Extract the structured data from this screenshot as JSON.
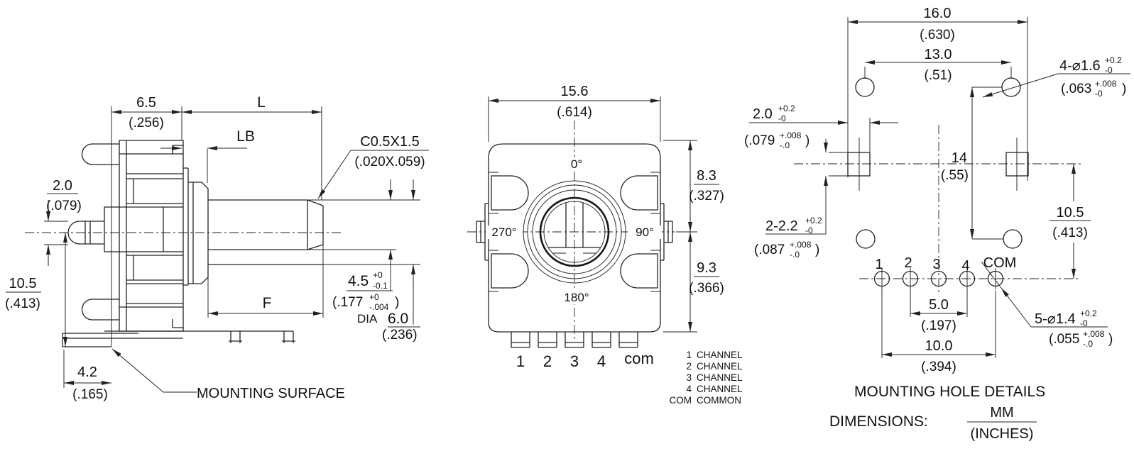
{
  "drawing": {
    "side_view": {
      "dim_6_5_mm": "6.5",
      "dim_6_5_in": "(.256)",
      "dim_shaft_length": "L",
      "dim_bushing_length": "LB",
      "chamfer_mm": "C0.5X1.5",
      "chamfer_in": "(.020X.059)",
      "dim_2_0_mm": "2.0",
      "dim_2_0_in": "(.079)",
      "dim_10_5_mm": "10.5",
      "dim_10_5_in": "(.413)",
      "dim_4_2_mm": "4.2",
      "dim_4_2_in": "(.165)",
      "dim_flat_length": "F",
      "dim_4_5_mm": "4.5",
      "dim_4_5_tol_up": "+0",
      "dim_4_5_tol_dn": "-0.1",
      "dim_4_5_in": "(.177",
      "dim_4_5_in_tol_up": "+0",
      "dim_4_5_in_tol_dn": "-.004",
      "dim_4_5_in_close": ")",
      "dia_label": "DIA",
      "dia_mm": "6.0",
      "dia_in": "(.236)",
      "mounting_surface_label": "MOUNTING SURFACE"
    },
    "front_view": {
      "dim_15_6_mm": "15.6",
      "dim_15_6_in": "(.614)",
      "dim_8_3_mm": "8.3",
      "dim_8_3_in": "(.327)",
      "dim_9_3_mm": "9.3",
      "dim_9_3_in": "(.366)",
      "angle_top": "0°",
      "angle_right": "90°",
      "angle_bottom": "180°",
      "angle_left": "270°",
      "pin_labels": [
        "1",
        "2",
        "3",
        "4",
        "com"
      ],
      "legend": [
        {
          "pin": "1",
          "desc": "CHANNEL"
        },
        {
          "pin": "2",
          "desc": "CHANNEL"
        },
        {
          "pin": "3",
          "desc": "CHANNEL"
        },
        {
          "pin": "4",
          "desc": "CHANNEL"
        },
        {
          "pin": "COM",
          "desc": "COMMON"
        }
      ]
    },
    "mounting_view": {
      "dim_16_0_mm": "16.0",
      "dim_16_0_in": "(.630)",
      "dim_13_0_mm": "13.0",
      "dim_13_0_in": "(.51)",
      "corner_holes_mm": "4-⌀1.6",
      "corner_holes_tol_up": "+0.2",
      "corner_holes_tol_dn": "-0",
      "corner_holes_in": "(.063",
      "corner_holes_in_tol_up": "+.008",
      "corner_holes_in_tol_dn": "-0",
      "corner_holes_in_close": ")",
      "slot_width_mm": "2.0",
      "slot_width_tol_up": "+0.2",
      "slot_width_tol_dn": "-0",
      "slot_width_in": "(.079",
      "slot_width_in_tol_up": "+.008",
      "slot_width_in_tol_dn": "-.0",
      "slot_width_in_close": ")",
      "slot_height_mm": "2-2.2",
      "slot_height_tol_up": "+0.2",
      "slot_height_tol_dn": "-0",
      "slot_height_in": "(.087",
      "slot_height_in_tol_up": "+.008",
      "slot_height_in_tol_dn": "-.0",
      "slot_height_in_close": ")",
      "dim_14_mm": "14",
      "dim_14_in": "(.55)",
      "dim_10_5_mm": "10.5",
      "dim_10_5_in": "(.413)",
      "dim_5_0_mm": "5.0",
      "dim_5_0_in": "(.197)",
      "dim_10_0_mm": "10.0",
      "dim_10_0_in": "(.394)",
      "pin_holes_mm": "5-⌀1.4",
      "pin_holes_tol_up": "+0.2",
      "pin_holes_tol_dn": "-0",
      "pin_holes_in": "(.055",
      "pin_holes_in_tol_up": "+.008",
      "pin_holes_in_tol_dn": "-.0",
      "pin_holes_in_close": ")",
      "pin_labels": [
        "1",
        "2",
        "3",
        "4",
        "COM"
      ],
      "title": "MOUNTING HOLE DETAILS",
      "dimensions_label": "DIMENSIONS:",
      "units_mm": "MM",
      "units_inches": "(INCHES)"
    }
  }
}
